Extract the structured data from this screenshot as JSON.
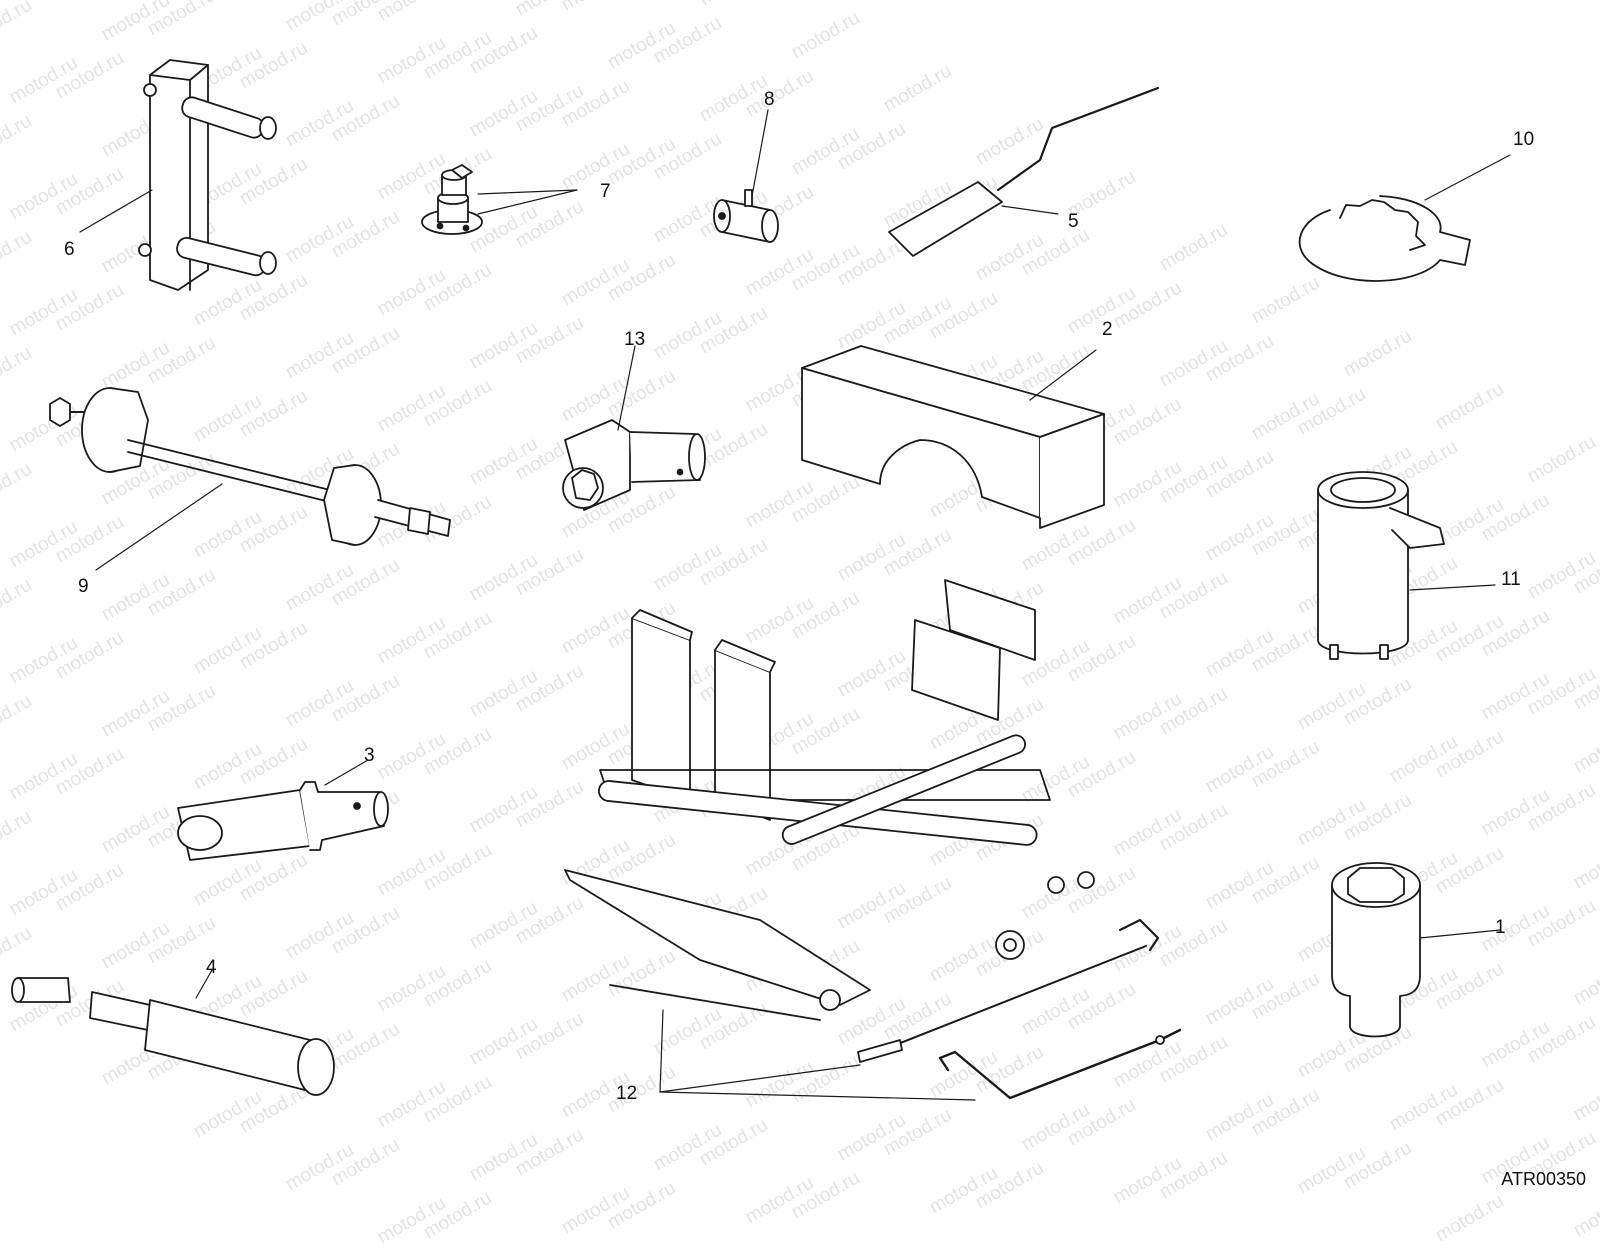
{
  "watermark": {
    "text": "motod.ru",
    "color": "#e3e3e3"
  },
  "labels": {
    "n1": "1",
    "n2": "2",
    "n3": "3",
    "n4": "4",
    "n5": "5",
    "n6": "6",
    "n7": "7",
    "n8": "8",
    "n9": "9",
    "n10": "10",
    "n11": "11",
    "n12": "12",
    "n13": "13"
  },
  "drawing_code": "ATR00350",
  "colors": {
    "ink": "#1a1a1a",
    "paper": "#ffffff"
  }
}
